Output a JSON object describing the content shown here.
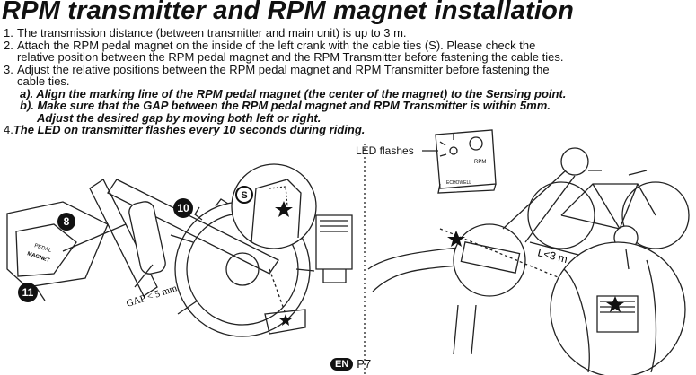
{
  "title": "RPM transmitter and RPM magnet installation",
  "steps": [
    {
      "num": "1.",
      "lines": [
        "The transmission distance (between transmitter and main unit) is up to 3 m."
      ]
    },
    {
      "num": "2.",
      "lines": [
        "Attach the RPM pedal magnet on the inside of the left crank with the cable ties (S). Please check the",
        "relative position between the RPM pedal magnet and the RPM Transmitter before fastening the cable ties."
      ]
    },
    {
      "num": "3.",
      "lines": [
        "Adjust the relative positions between the RPM pedal magnet and RPM Transmitter before fastening the",
        "cable ties."
      ]
    }
  ],
  "substeps": {
    "a": "a). Align the marking line of the RPM pedal magnet (the center of the magnet) to the Sensing point.",
    "b1": "b). Make sure that the GAP between the RPM pedal magnet and RPM Transmitter is within 5mm.",
    "b2": "Adjust the desired gap by moving both left or right."
  },
  "step4": {
    "num": "4.",
    "text": "The LED on transmitter flashes every 10 seconds during riding."
  },
  "figure": {
    "callout_8": "8",
    "callout_10": "10",
    "callout_11": "11",
    "callout_s": "S",
    "magnet_text_1": "PEDAL",
    "magnet_text_2": "MAGNET",
    "gap_label": "GAP < 5 mm",
    "led_label": "LED flashes",
    "transmitter_text": "RPM",
    "brand_text": "ECHOWELL",
    "distance_label": "L<3 m"
  },
  "footer": {
    "lang_badge": "EN",
    "page": "P7"
  }
}
